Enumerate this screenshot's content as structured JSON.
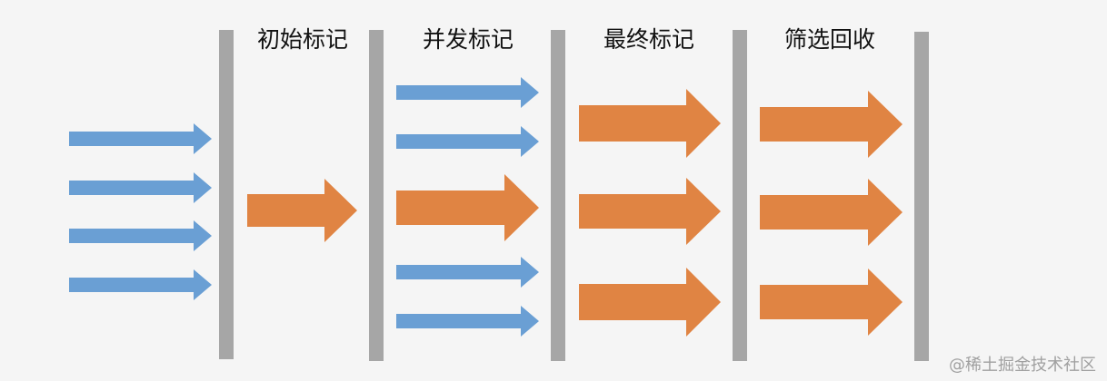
{
  "diagram": {
    "phases": [
      {
        "id": "initial-mark",
        "label": "初始标记"
      },
      {
        "id": "concurrent-mark",
        "label": "并发标记"
      },
      {
        "id": "final-mark",
        "label": "最终标记"
      },
      {
        "id": "cleanup",
        "label": "筛选回收"
      }
    ],
    "colors": {
      "barrier": "#a6a6a6",
      "user_thread": "#6a9fd4",
      "gc_thread": "#e08443",
      "background": "#f5f5f5"
    }
  },
  "watermark": "@稀土掘金技术社区"
}
